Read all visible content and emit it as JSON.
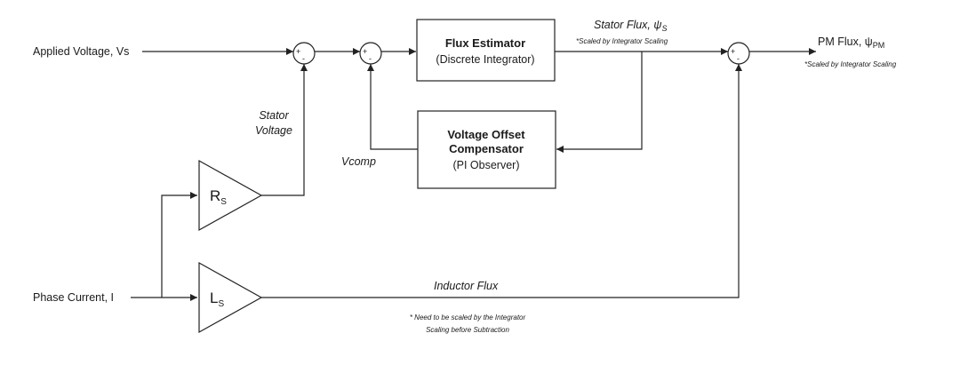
{
  "inputs": {
    "applied_voltage": "Applied Voltage, Vs",
    "phase_current": "Phase Current, I"
  },
  "blocks": {
    "flux_estimator": {
      "title": "Flux Estimator",
      "subtitle": "(Discrete Integrator)"
    },
    "voltage_offset": {
      "title_line1": "Voltage Offset",
      "title_line2": "Compensator",
      "subtitle": "(PI Observer)"
    }
  },
  "gains": {
    "rs": {
      "main": "R",
      "sub": "S"
    },
    "ls": {
      "main": "L",
      "sub": "S"
    }
  },
  "signals": {
    "stator_voltage_line1": "Stator",
    "stator_voltage_line2": "Voltage",
    "vcomp": "Vcomp",
    "stator_flux": {
      "main": "Stator Flux, ψ",
      "sub": "S"
    },
    "stator_flux_note": "*Scaled by Integrator Scaling",
    "inductor_flux": "Inductor Flux",
    "inductor_note_line1": "* Need to be scaled by the Integrator",
    "inductor_note_line2": "Scaling before Subtraction"
  },
  "output": {
    "pm_flux": {
      "main": "PM Flux, ψ",
      "sub": "PM"
    },
    "pm_flux_note": "*Scaled by Integrator Scaling"
  },
  "summing_signs": {
    "plus": "+",
    "minus": "-"
  }
}
